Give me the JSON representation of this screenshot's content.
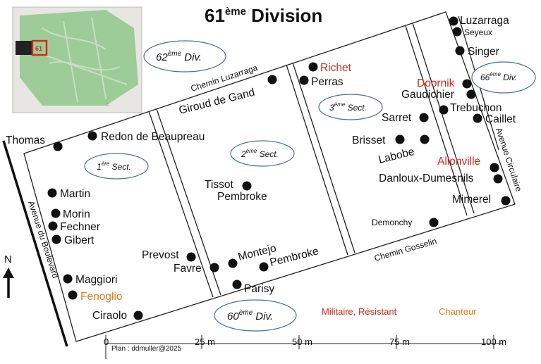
{
  "title": {
    "main": "61",
    "sup": "ème",
    "rest": " Division"
  },
  "inset": {
    "marker": "61",
    "colors": {
      "park": "#9dcc98",
      "paths": "#c7dfc2",
      "street": "#e8e6e2",
      "marker": "#d42a1e"
    }
  },
  "divisions": [
    {
      "num": "62",
      "sup": "ème",
      "label": " Div."
    },
    {
      "num": "66",
      "sup": "ème",
      "label": " Div."
    },
    {
      "num": "60",
      "sup": "ème",
      "label": " Div."
    }
  ],
  "sections": [
    {
      "num": "1",
      "sup": "ère",
      "label": " Sect."
    },
    {
      "num": "2",
      "sup": "ème",
      "label": " Sect."
    },
    {
      "num": "3",
      "sup": "ème",
      "label": " Sect."
    }
  ],
  "roads": {
    "chemin_luzarraga": "Chemin Luzarraga",
    "chemin_gosselin": "Chemin Gosselin",
    "avenue_boulevard": "Avenue du Boulevard",
    "avenue_circulaire": "Avenue Circulaire"
  },
  "graves": [
    {
      "name": "Luzarraga",
      "category": "default"
    },
    {
      "name": "Seyeux",
      "category": "default"
    },
    {
      "name": "Singer",
      "category": "default"
    },
    {
      "name": "Richet",
      "category": "militaire"
    },
    {
      "name": "Perras",
      "category": "default"
    },
    {
      "name": "Giroud de Gand",
      "category": "default"
    },
    {
      "name": "Doornik",
      "category": "militaire"
    },
    {
      "name": "Gaudichier",
      "category": "default"
    },
    {
      "name": "Trebuchon",
      "category": "default"
    },
    {
      "name": "Caillet",
      "category": "default"
    },
    {
      "name": "Sarret",
      "category": "default"
    },
    {
      "name": "Brisset",
      "category": "default"
    },
    {
      "name": "Labobe",
      "category": "default"
    },
    {
      "name": "Allonville",
      "category": "militaire"
    },
    {
      "name": "Danloux-Dumesnils",
      "category": "default"
    },
    {
      "name": "Mimerel",
      "category": "default"
    },
    {
      "name": "Thomas",
      "category": "default"
    },
    {
      "name": "Redon de Beaupreau",
      "category": "default"
    },
    {
      "name": "Tissot",
      "category": "default"
    },
    {
      "name": "Pembroke",
      "category": "default"
    },
    {
      "name": "Martin",
      "category": "default"
    },
    {
      "name": "Morin",
      "category": "default"
    },
    {
      "name": "Fechner",
      "category": "default"
    },
    {
      "name": "Gibert",
      "category": "default"
    },
    {
      "name": "Demonchy",
      "category": "default"
    },
    {
      "name": "Prevost",
      "category": "default"
    },
    {
      "name": "Favre",
      "category": "default"
    },
    {
      "name": "Montejo",
      "category": "default"
    },
    {
      "name": "Pembroke",
      "category": "default"
    },
    {
      "name": "Parisy",
      "category": "default"
    },
    {
      "name": "Maggiori",
      "category": "default"
    },
    {
      "name": "Fenoglio",
      "category": "chanteur"
    },
    {
      "name": "Ciraolo",
      "category": "default"
    }
  ],
  "legend": {
    "militaire": "Militaire, Résistant",
    "chanteur": "Chanteur",
    "colors": {
      "militaire": "#d42a1e",
      "chanteur": "#e07b1a",
      "default": "#111111"
    }
  },
  "north": "N",
  "scale": {
    "ticks": [
      "0",
      "25 m",
      "50 m",
      "75 m",
      "100 m"
    ],
    "credit": "Plan : ddmuller@2025"
  }
}
